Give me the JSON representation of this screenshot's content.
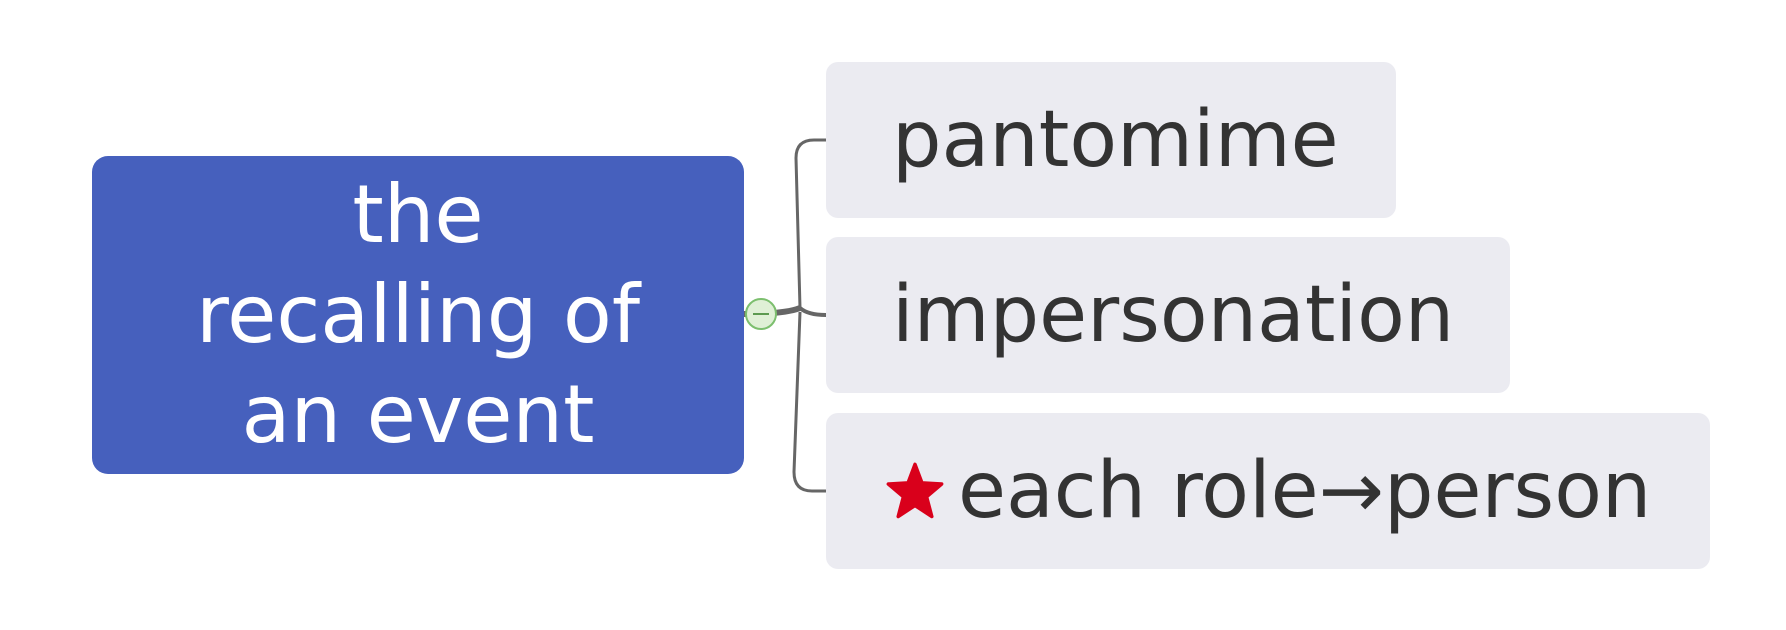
{
  "central_topic": {
    "label": "the recalling of an event",
    "color": "#4660bd"
  },
  "subtopics": [
    {
      "label": "pantomime"
    },
    {
      "label": "impersonation"
    },
    {
      "label": "each role→person",
      "marker": "star-icon",
      "marker_color": "#d9001b"
    }
  ],
  "connector_color": "#666666",
  "collapse_toggle": {
    "icon": "minus-icon"
  }
}
